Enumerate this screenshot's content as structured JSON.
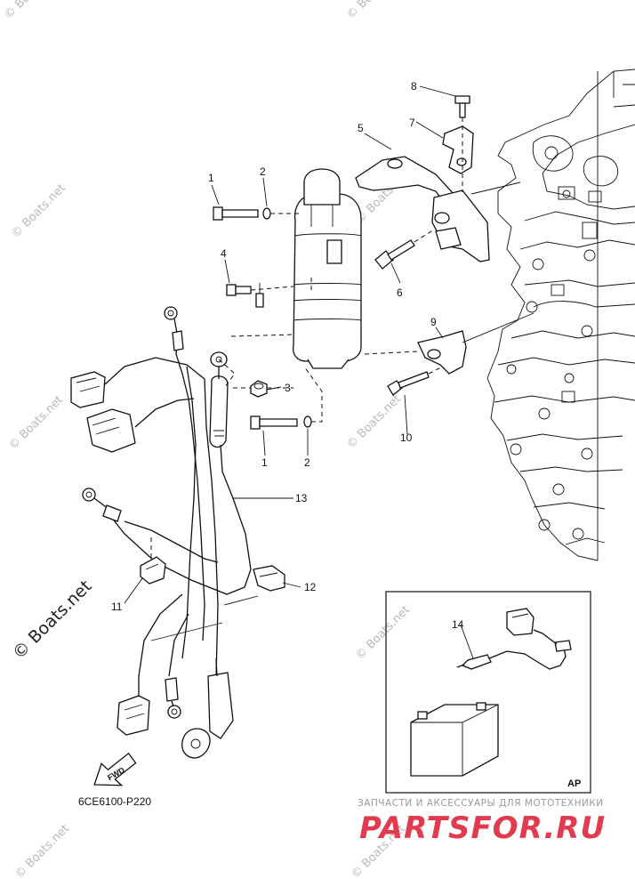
{
  "callouts": [
    "1",
    "2",
    "3",
    "4",
    "5",
    "6",
    "7",
    "8",
    "9",
    "10",
    "11",
    "12",
    "13",
    "14",
    "1",
    "2"
  ],
  "diagram_code": "6CE6100-P220",
  "inset_tag": "AP",
  "fwd_label": "FWD",
  "watermark_small": "© Boats.net",
  "watermark_big": "© Boats.net",
  "dealer_tagline": "ЗАПЧАСТИ И АКСЕССУАРЫ ДЛЯ МОТОТЕХНИКИ",
  "dealer_logo": "PARTSFOR.RU",
  "colors": {
    "line": "#111111",
    "watermark": "#b9b9b9",
    "dealer_red": "#e23a4e"
  }
}
